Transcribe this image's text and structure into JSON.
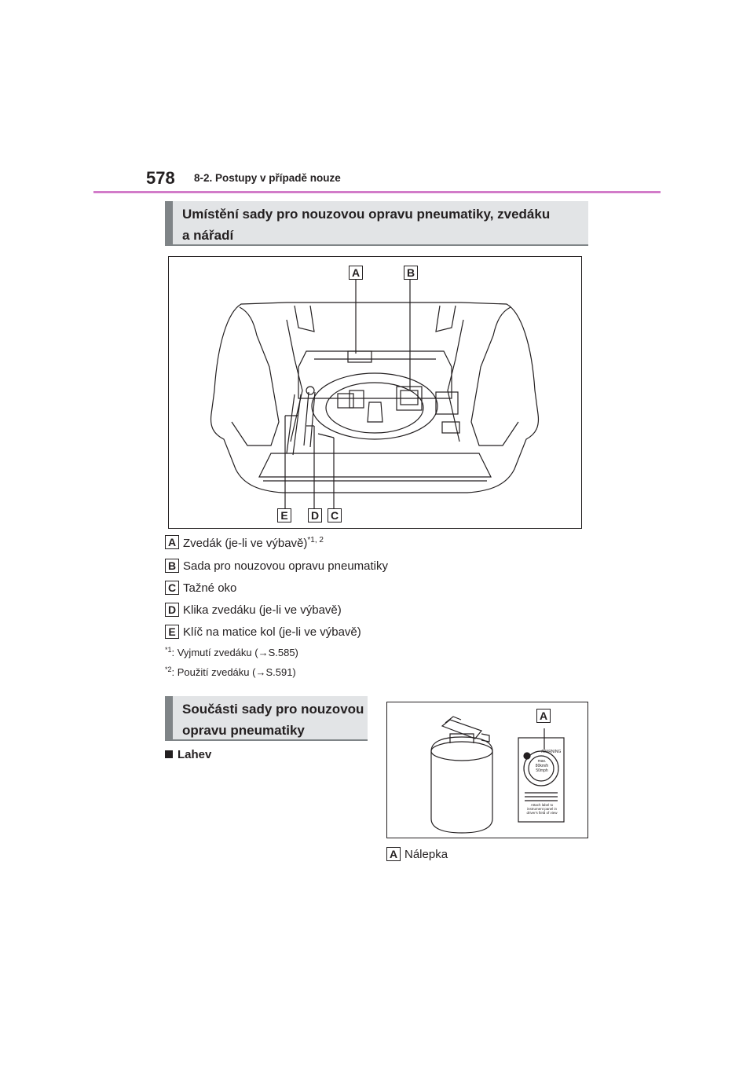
{
  "header": {
    "page_number": "578",
    "section": "8-2. Postupy v případě nouze"
  },
  "heading_1": {
    "line1": "Umístění sady pro nouzovou opravu pneumatiky, zvedáku",
    "line2": "a nářadí"
  },
  "figure_1": {
    "callouts_top": [
      "A",
      "B"
    ],
    "callouts_bottom": [
      "E",
      "D",
      "C"
    ]
  },
  "legend": [
    {
      "letter": "A",
      "text": "Zvedák (je-li ve výbavě)",
      "sup": "*1, 2"
    },
    {
      "letter": "B",
      "text": "Sada pro nouzovou opravu pneumatiky"
    },
    {
      "letter": "C",
      "text": "Tažné oko"
    },
    {
      "letter": "D",
      "text": "Klika zvedáku (je-li ve výbavě)"
    },
    {
      "letter": "E",
      "text": "Klíč na matice kol (je-li ve výbavě)"
    }
  ],
  "footnotes": [
    {
      "mark": "*1",
      "text": ": Vyjmutí zvedáku (→S.585)"
    },
    {
      "mark": "*2",
      "text": ": Použití zvedáku (→S.591)"
    }
  ],
  "heading_2": {
    "line1": "Součásti sady pro nouzovou",
    "line2": "opravu pneumatiky"
  },
  "subheading": "Lahev",
  "figure_2": {
    "callout": "A",
    "label": {
      "warning": "/WARNING",
      "speed": "max.",
      "speed_kmh": "80km/h",
      "speed_mph": "50mph",
      "caption1": "Attach label to",
      "caption2": "instrument panel in",
      "caption3": "driver's field of view"
    }
  },
  "figure_2_legend": {
    "letter": "A",
    "text": "Nálepka"
  }
}
